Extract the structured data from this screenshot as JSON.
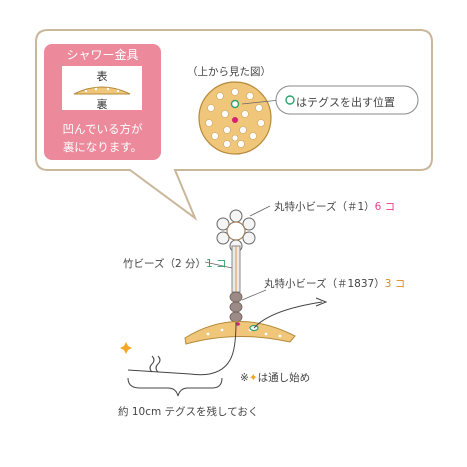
{
  "panel": {
    "title": "シャワー金具",
    "front": "表",
    "back": "裏",
    "note_line1": "凹んでいる方が",
    "note_line2": "裏になります。"
  },
  "top_view": {
    "caption": "（上から見た図）",
    "hole_label": "はテグスを出す位置"
  },
  "parts": {
    "bead_top_name": "丸特小ビーズ（＃1）",
    "bead_top_count": "6 コ",
    "bamboo_name": "竹ビーズ（2 分）",
    "bamboo_count": "1 コ",
    "bead_mid_name": "丸特小ビーズ（＃1837）",
    "bead_mid_count": "3 コ"
  },
  "notes": {
    "start_prefix": "※",
    "start_text": "は通し始め",
    "length_text": "約 10cm テグスを残しておく"
  },
  "colors": {
    "pink": "#ec8a9c",
    "gold": "#f0c67a",
    "green": "#2fa06a",
    "orange": "#f5a623",
    "callout_border": "#c9b79a"
  }
}
